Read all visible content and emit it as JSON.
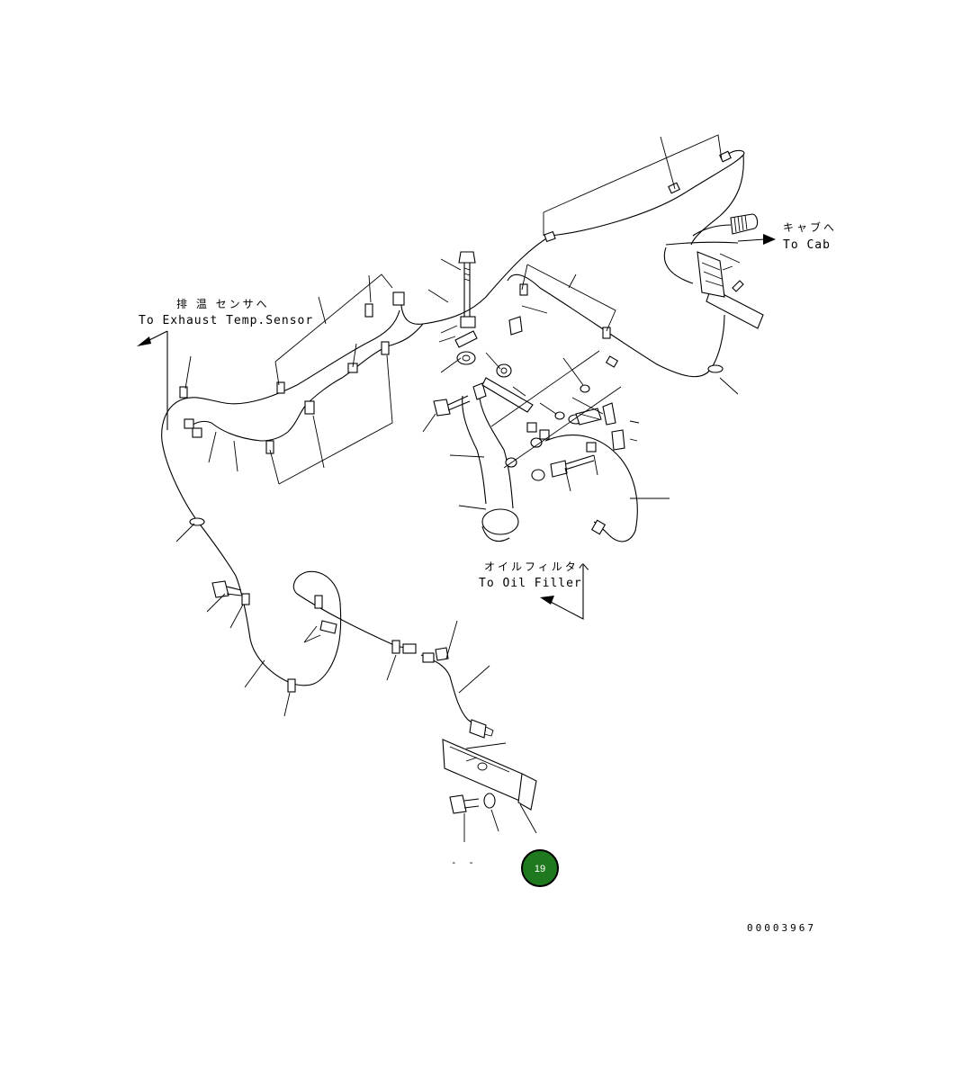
{
  "labels": {
    "exhaust_jp": "排 温 センサへ",
    "exhaust_en": "To Exhaust Temp.Sensor",
    "cab_jp": "キャブへ",
    "cab_en": "To Cab",
    "oil_jp": "オイルフィルタへ",
    "oil_en": "To Oil Filler",
    "dash": "- -",
    "drawing_number": "00003967"
  },
  "badge": {
    "number": "19",
    "color": "#1f7a1f"
  },
  "icons": [
    "arrow-left-icon",
    "arrow-right-icon",
    "arrow-down-left-icon"
  ]
}
